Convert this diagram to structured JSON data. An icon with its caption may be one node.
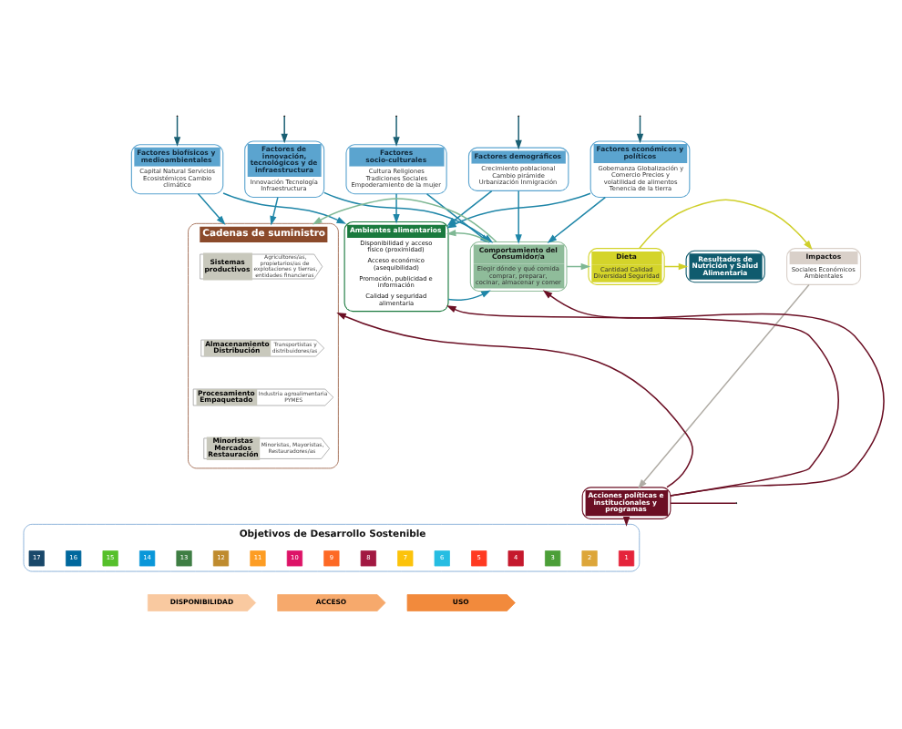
{
  "diagram": {
    "nodes": [
      {
        "text": [
          "Factores biofísicos y medioambientales",
          "Capital Natural Servicios Ecosistémicos Cambio climático"
        ]
      },
      {
        "text": [
          "Factores de innovación, tecnológicos y de infraestructura",
          "Innovación Tecnología Infraestructura"
        ]
      },
      {
        "text": [
          "Factores económicos y políticos",
          "Gobernanza Globalización y Comercio Precios y volatilidad de alimentos Tenencia de la tierra"
        ]
      },
      {
        "text": [
          "Factores socio-culturales",
          "Cultura Religiones Tradiciones Sociales Empoderamiento de la mujer"
        ]
      },
      {
        "text": [
          "Factores demográficos",
          "Crecimiento poblacional Cambio pirámide Urbanización Inmigración"
        ]
      },
      {
        "text": [
          "Cadenas de suministro"
        ]
      },
      {
        "text": [
          "Sistemas productivos",
          "Agricultores/as, propietarios/as de explotaciones y tierras, entidades financieras"
        ],
        "in": 5
      },
      {
        "text": [
          "Almacenamiento Distribución",
          "Transportistas y distribuidores/as"
        ],
        "in": 5
      },
      {
        "text": [
          "Procesamiento Empaquetado",
          "Industria agroalimentaria PYMES"
        ],
        "in": 5
      },
      {
        "text": [
          "Minoristas Mercados Restauración",
          "Minoristas, Mayoristas, Restauradores/as"
        ],
        "in": 5
      },
      {
        "text": [
          "Ambientes alimentarios",
          "Disponibilidad y acceso físico (proximidad)",
          "Acceso económico (asequibilidad)",
          "Promoción, publicidad e información",
          "Calidad y seguridad alimentaria"
        ]
      },
      {
        "text": [
          "Comportamiento del Consumidor/a",
          "Elegir dónde y qué comida comprar, preparar, cocinar, almacenar y comer"
        ]
      },
      {
        "text": [
          "Dieta",
          "Cantidad Calidad Diversidad Seguridad"
        ]
      },
      {
        "text": [
          "Resultados de Nutrición y Salud Alimentaria"
        ]
      },
      {
        "text": [
          "Impactos",
          "Sociales Económicos Ambientales"
        ]
      },
      {
        "text": [
          "Acciones políticas e institucionales y  programas"
        ]
      },
      {
        "text": [
          "Objetivos de Desarrollo Sostenible"
        ]
      },
      {
        "text": [
          "1"
        ],
        "in": 16
      },
      {
        "text": [
          "2"
        ],
        "in": 16
      },
      {
        "text": [
          "3"
        ],
        "in": 16
      },
      {
        "text": [
          "4"
        ],
        "in": 16
      },
      {
        "text": [
          "5"
        ],
        "in": 16
      },
      {
        "text": [
          "6"
        ],
        "in": 16
      },
      {
        "text": [
          "7"
        ],
        "in": 16
      },
      {
        "text": [
          "8"
        ],
        "in": 16
      },
      {
        "text": [
          "9"
        ],
        "in": 16
      },
      {
        "text": [
          "10"
        ],
        "in": 16
      },
      {
        "text": [
          "11"
        ],
        "in": 16
      },
      {
        "text": [
          "12"
        ],
        "in": 16
      },
      {
        "text": [
          "13"
        ],
        "in": 16
      },
      {
        "text": [
          "14"
        ],
        "in": 16
      },
      {
        "text": [
          "15"
        ],
        "in": 16
      },
      {
        "text": [
          "16"
        ],
        "in": 16
      },
      {
        "text": [
          "17"
        ],
        "in": 16
      },
      {
        "text": [
          "DISPONIBILIDAD"
        ]
      },
      {
        "text": [
          "ACCESO"
        ]
      },
      {
        "text": [
          "USO"
        ]
      }
    ],
    "edges": [
      {
        "from": null,
        "to": 0,
        "arrow": "to",
        "color": "#1a5f73"
      },
      {
        "from": null,
        "to": 1,
        "arrow": "to",
        "color": "#1a5f73"
      },
      {
        "from": null,
        "to": 2,
        "arrow": "to",
        "color": "#1a5f73"
      },
      {
        "from": null,
        "to": 3,
        "arrow": "to",
        "color": "#1a5f73"
      },
      {
        "from": null,
        "to": 4,
        "arrow": "to",
        "color": "#1a5f73"
      },
      {
        "from": 0,
        "to": 5,
        "arrow": "to"
      },
      {
        "from": 0,
        "to": 10,
        "arrow": "to"
      },
      {
        "from": 1,
        "to": 5,
        "arrow": "to"
      },
      {
        "from": 1,
        "to": 11,
        "arrow": "to"
      },
      {
        "from": 2,
        "to": 10,
        "arrow": "to"
      },
      {
        "from": 2,
        "to": 11,
        "arrow": "to"
      },
      {
        "from": 3,
        "to": 10,
        "arrow": "to"
      },
      {
        "from": 3,
        "to": 11,
        "arrow": "to"
      },
      {
        "from": 4,
        "to": 10,
        "arrow": "to"
      },
      {
        "from": 4,
        "to": 11,
        "arrow": "to"
      },
      {
        "from": 10,
        "to": 11,
        "arrow": "to"
      },
      {
        "from": 11,
        "to": 12,
        "arrow": "to",
        "color": "#7fb894"
      },
      {
        "from": 11,
        "to": 10,
        "arrow": "to",
        "color": "#7fb894"
      },
      {
        "from": 11,
        "to": 5,
        "arrow": "to",
        "color": "#7fb894"
      },
      {
        "from": 12,
        "to": 13,
        "arrow": "to",
        "color": "#cfcf2a"
      },
      {
        "from": 12,
        "to": 14,
        "arrow": "to",
        "color": "#cfcf2a"
      },
      {
        "from": 14,
        "to": 15,
        "arrow": "to",
        "color": "#b0aca5"
      },
      {
        "from": 15,
        "to": 5,
        "arrow": "to",
        "color": "#6b0f24"
      },
      {
        "from": 15,
        "to": 10,
        "arrow": "to",
        "color": "#6b0f24"
      },
      {
        "from": 15,
        "to": 11,
        "arrow": "to",
        "color": "#6b0f24"
      },
      {
        "from": 15,
        "to": 16,
        "arrow": "to",
        "color": "#6b0f24"
      },
      {
        "from": 15,
        "to": null,
        "arrow": "none",
        "color": "#6b0f24"
      }
    ]
  }
}
